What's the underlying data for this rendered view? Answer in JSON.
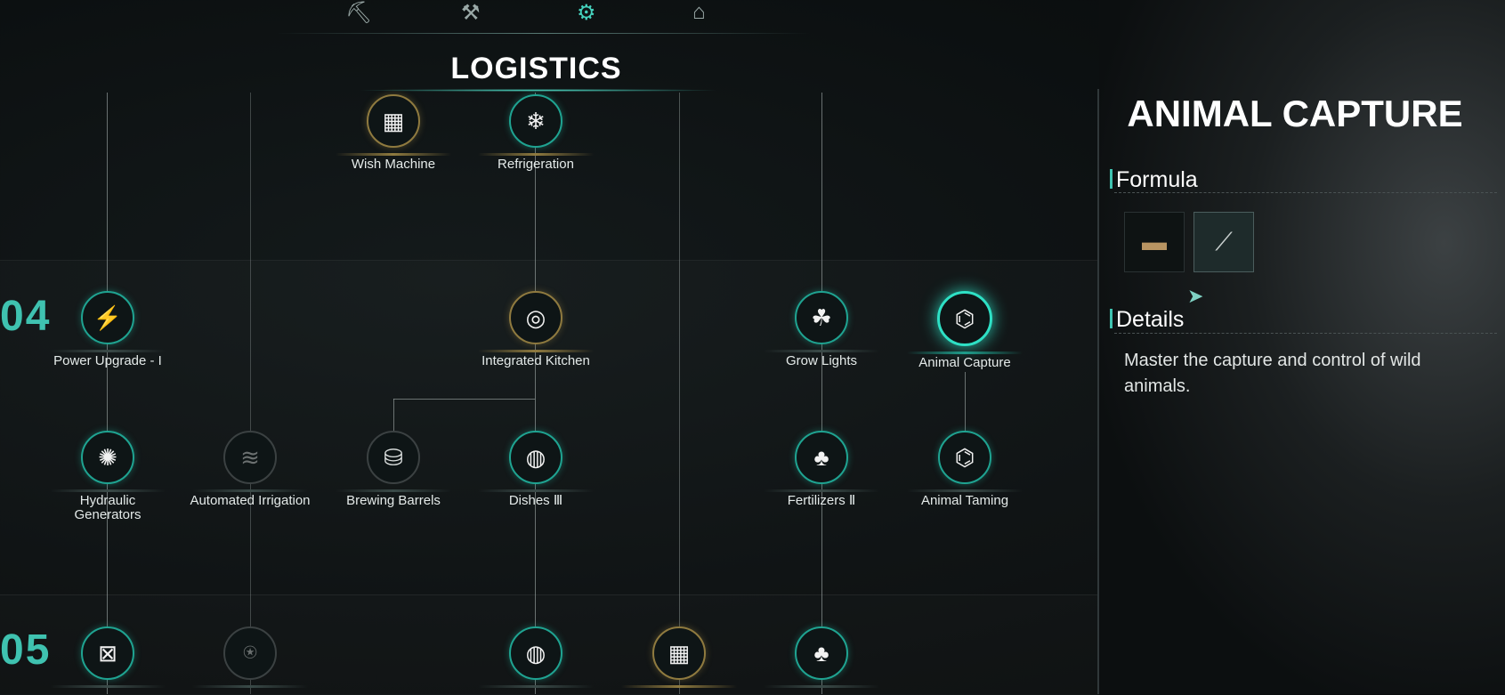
{
  "header": {
    "title": "LOGISTICS",
    "tabs": [
      {
        "icon": "pickaxe-icon",
        "glyph": "⛏",
        "active": false
      },
      {
        "icon": "workbench-icon",
        "glyph": "⚒",
        "active": false
      },
      {
        "icon": "machine-icon",
        "glyph": "⚙",
        "active": true
      },
      {
        "icon": "house-icon",
        "glyph": "⌂",
        "active": false
      }
    ]
  },
  "tiers": [
    "04",
    "05"
  ],
  "nodes": {
    "wish_machine": {
      "label": "Wish Machine",
      "icon": "wish-machine-icon",
      "glyph": "▦"
    },
    "refrigeration": {
      "label": "Refrigeration",
      "icon": "refrigeration-icon",
      "glyph": "❄"
    },
    "power_upgrade": {
      "label": "Power Upgrade - I",
      "icon": "generator-icon",
      "glyph": "⚡"
    },
    "integrated_kitchen": {
      "label": "Integrated Kitchen",
      "icon": "frying-pan-icon",
      "glyph": "◎"
    },
    "grow_lights": {
      "label": "Grow Lights",
      "icon": "grow-light-icon",
      "glyph": "☘"
    },
    "animal_capture": {
      "label": "Animal Capture",
      "icon": "capture-trap-icon",
      "glyph": "⌬"
    },
    "hydraulic_generators": {
      "label": "Hydraulic Generators",
      "icon": "water-wheel-icon",
      "glyph": "✺"
    },
    "automated_irrigation": {
      "label": "Automated Irrigation",
      "icon": "sprinkler-icon",
      "glyph": "≋"
    },
    "brewing_barrels": {
      "label": "Brewing Barrels",
      "icon": "barrel-icon",
      "glyph": "⛁"
    },
    "dishes_iii": {
      "label": "Dishes Ⅲ",
      "icon": "dish-icon",
      "glyph": "◍"
    },
    "fertilizers_ii": {
      "label": "Fertilizers Ⅱ",
      "icon": "fertilizer-bag-icon",
      "glyph": "♣"
    },
    "animal_taming": {
      "label": "Animal Taming",
      "icon": "taming-icon",
      "glyph": "⌬"
    },
    "tier5_a": {
      "icon": "generator-box-icon",
      "glyph": "⊠"
    },
    "tier5_b": {
      "icon": "irrigation-icon",
      "glyph": "⍟"
    },
    "tier5_c": {
      "icon": "dish-icon",
      "glyph": "◍"
    },
    "tier5_d": {
      "icon": "machine-icon",
      "glyph": "▦"
    },
    "tier5_e": {
      "icon": "fertilizer-bag-icon",
      "glyph": "♣"
    }
  },
  "detail_panel": {
    "title": "ANIMAL CAPTURE",
    "formula_heading": "Formula",
    "formula_items": [
      {
        "icon": "wood-log-icon",
        "glyph": "▬"
      },
      {
        "icon": "spear-icon",
        "glyph": "⟋"
      }
    ],
    "details_heading": "Details",
    "details_text": "Master the capture and control of wild animals."
  }
}
